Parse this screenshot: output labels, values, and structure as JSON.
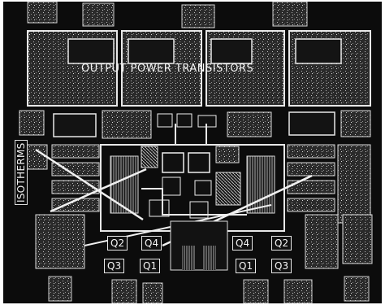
{
  "title": "OUTPUT POWER TRANSISTORS",
  "side_label": "ISOTHERMS",
  "left_labels": {
    "row1": [
      "Q2",
      "Q4"
    ],
    "row2": [
      "Q3",
      "Q1"
    ]
  },
  "right_labels": {
    "row1": [
      "Q4",
      "Q2"
    ],
    "row2": [
      "Q1",
      "Q3"
    ]
  },
  "colors": {
    "die_background": "#0c0c0c",
    "metal": "#e8e8e8",
    "speckle": "#9a9a9a"
  }
}
